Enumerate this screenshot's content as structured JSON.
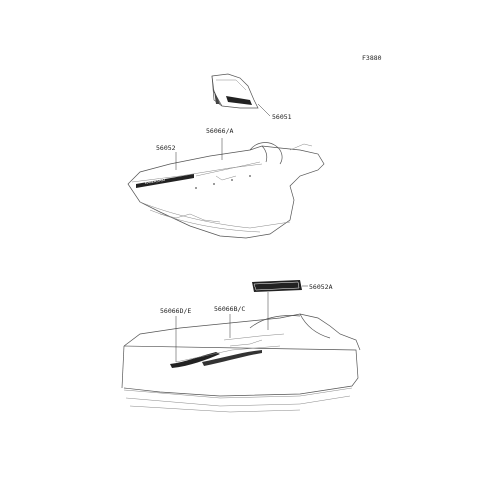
{
  "figure_code": "F3880",
  "parts": [
    {
      "id": "p1",
      "number": "56051"
    },
    {
      "id": "p2",
      "number": "56066/A"
    },
    {
      "id": "p3",
      "number": "56052"
    },
    {
      "id": "p4",
      "number": "56052A"
    },
    {
      "id": "p5",
      "number": "56066B/C"
    },
    {
      "id": "p6",
      "number": "56066D/E"
    }
  ]
}
